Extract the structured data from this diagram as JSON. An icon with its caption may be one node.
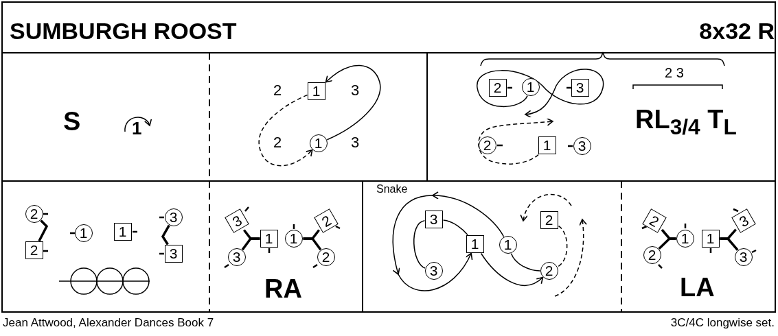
{
  "diagram": {
    "title": "SUMBURGH ROOST",
    "nodes": [
      {
        "text": [
          "1"
        ]
      },
      {
        "text": [
          "1"
        ]
      },
      {
        "text": [
          "2"
        ]
      },
      {
        "text": [
          "1"
        ]
      },
      {
        "text": [
          "3"
        ]
      },
      {
        "text": [
          "2"
        ]
      },
      {
        "text": [
          "1"
        ]
      },
      {
        "text": [
          "3"
        ]
      },
      {
        "text": [
          "2"
        ]
      },
      {
        "text": [
          "2"
        ]
      },
      {
        "text": [
          "1"
        ]
      },
      {
        "text": [
          "1"
        ]
      },
      {
        "text": [
          "3"
        ]
      },
      {
        "text": [
          "3"
        ]
      },
      {
        "text": [
          "3"
        ]
      },
      {
        "text": [
          "3"
        ]
      },
      {
        "text": [
          "1"
        ]
      },
      {
        "text": [
          "1"
        ]
      },
      {
        "text": [
          "2"
        ]
      },
      {
        "text": [
          "2"
        ]
      },
      {
        "text": [
          "3"
        ]
      },
      {
        "text": [
          "2"
        ]
      },
      {
        "text": [
          "1"
        ]
      },
      {
        "text": [
          "1"
        ]
      },
      {
        "text": [
          "3"
        ]
      },
      {
        "text": [
          "2"
        ]
      },
      {
        "text": [
          "2"
        ]
      },
      {
        "text": [
          "3"
        ]
      },
      {
        "text": [
          "1"
        ]
      },
      {
        "text": [
          "1"
        ]
      },
      {
        "text": [
          "2"
        ]
      },
      {
        "text": [
          "3"
        ]
      }
    ],
    "edges": [
      {
        "from": 0,
        "to": 1,
        "arrow": "to",
        "style": "dashed"
      },
      {
        "from": 1,
        "to": 0,
        "arrow": "to"
      },
      {
        "from": 3,
        "to": null,
        "arrow": "to"
      },
      {
        "from": 6,
        "to": null,
        "arrow": "to",
        "style": "dashed"
      },
      {
        "from": 8,
        "to": 9,
        "arrow": "none",
        "style": "thick"
      },
      {
        "from": 12,
        "to": 13,
        "arrow": "none",
        "style": "thick"
      },
      {
        "from": 14,
        "to": 16,
        "arrow": "none",
        "style": "thick"
      },
      {
        "from": 15,
        "to": 16,
        "arrow": "none",
        "style": "thick"
      },
      {
        "from": 18,
        "to": 17,
        "arrow": "none",
        "style": "thick"
      },
      {
        "from": 19,
        "to": 17,
        "arrow": "none",
        "style": "thick"
      },
      {
        "from": 20,
        "to": 22,
        "arrow": "none"
      },
      {
        "from": 24,
        "to": 20,
        "arrow": "none"
      },
      {
        "from": 23,
        "to": 25,
        "arrow": "none"
      },
      {
        "from": 21,
        "to": 25,
        "arrow": "none",
        "style": "dashed"
      },
      {
        "from": 22,
        "to": 25,
        "arrow": "to"
      },
      {
        "from": 23,
        "to": 22,
        "arrow": "to"
      },
      {
        "from": 26,
        "to": 28,
        "arrow": "none",
        "style": "thick"
      },
      {
        "from": 30,
        "to": 28,
        "arrow": "none",
        "style": "thick"
      },
      {
        "from": 27,
        "to": 29,
        "arrow": "none",
        "style": "thick"
      },
      {
        "from": 31,
        "to": 29,
        "arrow": "none",
        "style": "thick"
      }
    ],
    "labels": [
      "8x32 R",
      "S",
      "1",
      "2",
      "3",
      "2",
      "3",
      "2 3",
      "RL$_{3/4}$ T$_{L}$",
      "RA",
      "Snake",
      "LA",
      "Jean Attwood, Alexander Dances Book 7",
      "3C/4C longwise set."
    ]
  }
}
